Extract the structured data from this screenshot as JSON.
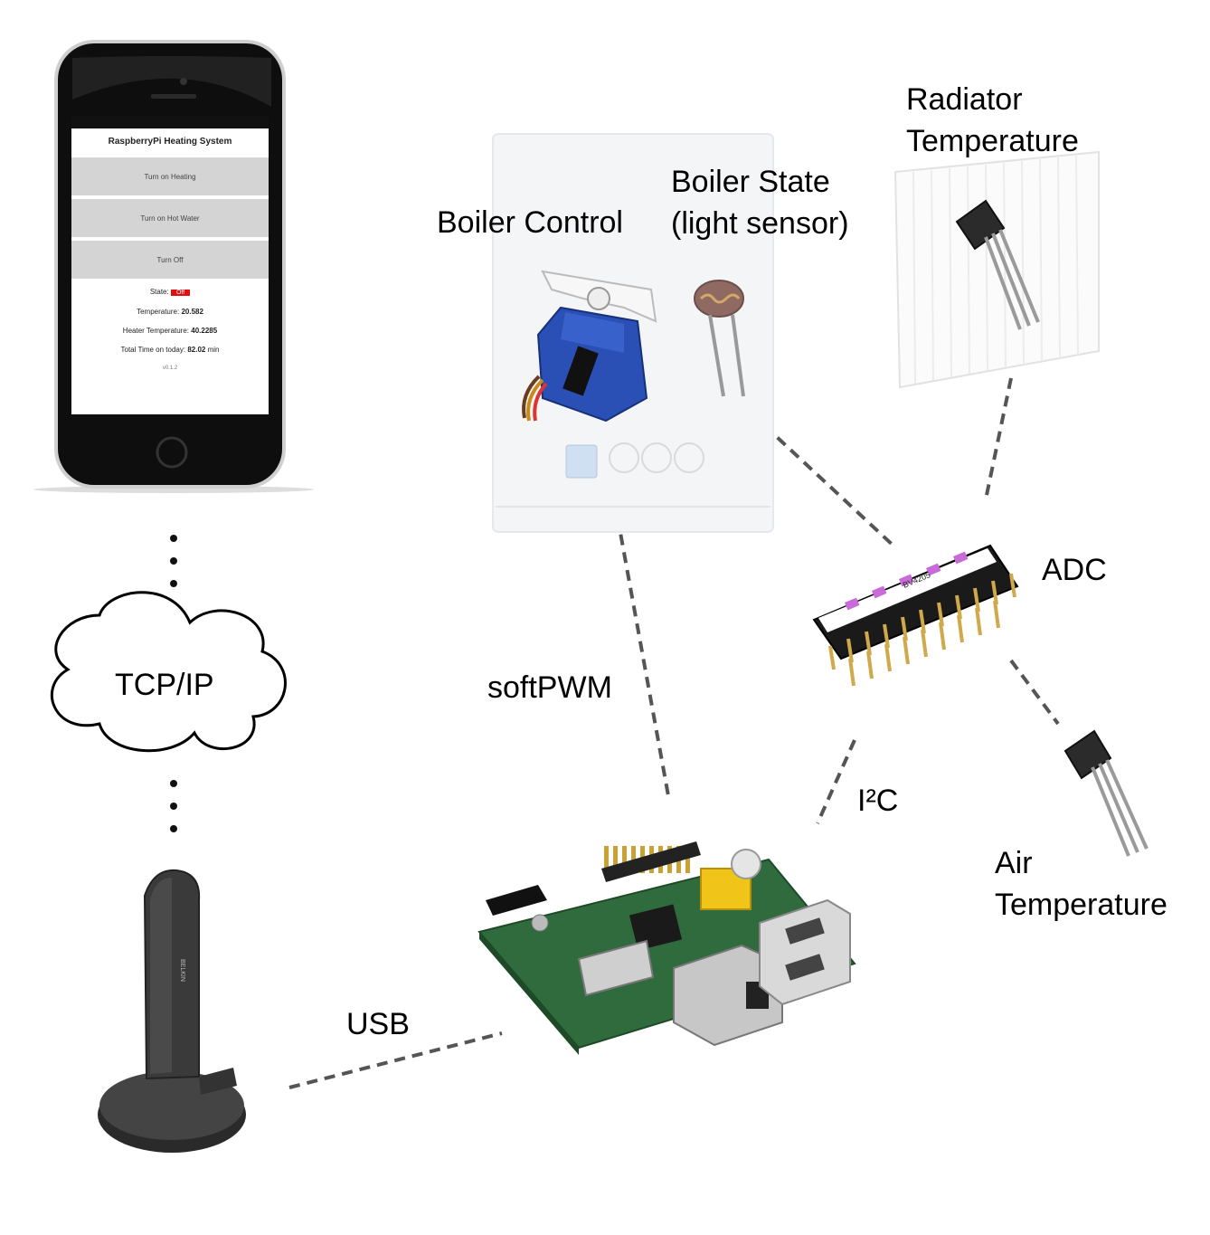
{
  "labels": {
    "boiler_control": "Boiler Control",
    "boiler_state_line1": "Boiler State",
    "boiler_state_line2": "(light sensor)",
    "radiator_line1": "Radiator",
    "radiator_line2": "Temperature",
    "adc": "ADC",
    "tcpip": "TCP/IP",
    "softpwm": "softPWM",
    "i2c": "I²C",
    "air_line1": "Air",
    "air_line2": "Temperature",
    "usb": "USB"
  },
  "phone_app": {
    "title": "RaspberryPi Heating System",
    "buttons": [
      "Turn on Heating",
      "Turn on Hot Water",
      "Turn Off"
    ],
    "state_label": "State:",
    "state_value": "Off",
    "temperature_label": "Temperature:",
    "temperature_value": "20.582",
    "heater_label": "Heater Temperature:",
    "heater_value": "40.2285",
    "total_label": "Total Time on today:",
    "total_value": "82.02",
    "total_unit": "min",
    "version": "v0.1.2"
  },
  "adc_chip": {
    "part": "BV4205"
  },
  "wifi_adapter": {
    "brand": "BELKIN"
  },
  "colors": {
    "state_off": "#e01010",
    "pcb": "#2f6b3c",
    "servo": "#2a4fb5",
    "chip_label": "#c86ad8"
  }
}
